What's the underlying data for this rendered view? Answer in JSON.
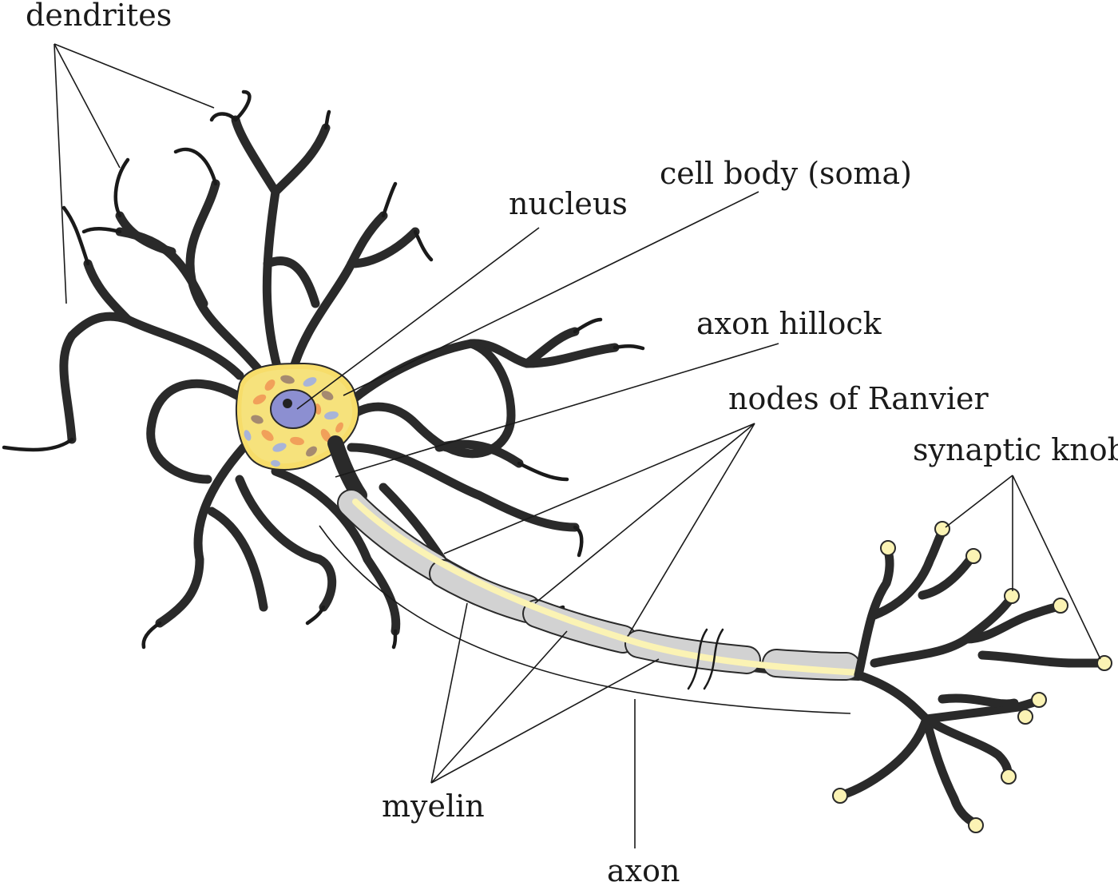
{
  "labels": {
    "dendrites": "dendrites",
    "nucleus": "nucleus",
    "cell_body": "cell body (soma)",
    "axon_hillock": "axon hillock",
    "nodes": "nodes of Ranvier",
    "synaptic_knobs": "synaptic knobs",
    "myelin": "myelin",
    "axon": "axon"
  },
  "colors": {
    "cytoplasm": "#fbf3b4",
    "cytoplasm_edge": "#2a2a2a",
    "soma_fill": "#f7dd6a",
    "nucleus": "#8c8fd1",
    "nucleolus": "#222222",
    "myelin": "#d2d2d2",
    "organelle_orange": "#f1a05a",
    "organelle_blue": "#a8b4d8",
    "organelle_brown": "#a58a70"
  }
}
